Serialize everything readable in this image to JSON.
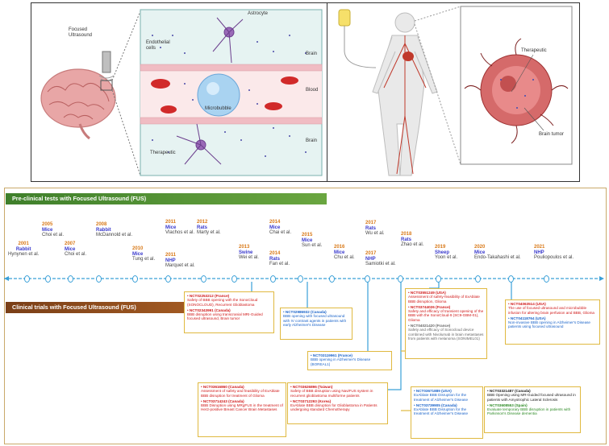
{
  "fig_top": {
    "left_labels": [
      "Focused\nUltrasound",
      "Astrocyte",
      "Endothelial\ncells",
      "Brain",
      "Blood",
      "Microbubble",
      "Therapeutic",
      "Brain"
    ],
    "right_labels": [
      "Therapeutic",
      "Brain tumor"
    ]
  },
  "preclinical_title": "Pre-clinical tests with Focused Ultrasound (FUS)",
  "clinical_title": "Clinical trials with Focused Ultrasound (FUS)",
  "events": [
    {
      "year": "2001",
      "species": "Rabbit",
      "author": "Hynynen et al."
    },
    {
      "year": "2005",
      "species": "Mice",
      "author": "Choi et al."
    },
    {
      "year": "2007",
      "species": "Mice",
      "author": "Choi et al."
    },
    {
      "year": "2008",
      "species": "Rabbit",
      "author": "McDannold et al."
    },
    {
      "year": "2010",
      "species": "Mice",
      "author": "Tung et al."
    },
    {
      "year": "2011",
      "species": "Mice",
      "author": "Vlachos et al."
    },
    {
      "year": "2011",
      "species": "NHP",
      "author": "Marquet et al."
    },
    {
      "year": "2012",
      "species": "Rats",
      "author": "Marty et al."
    },
    {
      "year": "2013",
      "species": "Swine",
      "author": "Wei et al."
    },
    {
      "year": "2014",
      "species": "Mice",
      "author": "Chai et al."
    },
    {
      "year": "2014",
      "species": "Rats",
      "author": "Fan et al."
    },
    {
      "year": "2015",
      "species": "Mice",
      "author": "Sun et al."
    },
    {
      "year": "2016",
      "species": "Mice",
      "author": "Chu et al."
    },
    {
      "year": "2017",
      "species": "Rats",
      "author": "Wu et al."
    },
    {
      "year": "2017",
      "species": "NHP",
      "author": "Samiotki et al."
    },
    {
      "year": "2018",
      "species": "Rats",
      "author": "Zhao et al."
    },
    {
      "year": "2019",
      "species": "Sheep",
      "author": "Yoon et al."
    },
    {
      "year": "2020",
      "species": "Mice",
      "author": "Endo-Takahashi et al."
    },
    {
      "year": "2021",
      "species": "NHP",
      "author": "Pouliopoulos et al."
    }
  ],
  "cards": {
    "c1": [
      {
        "id": "NCT02253212",
        "country": "(France)",
        "text": "Safety of BBB opening with the SonoCloud (SONOCLOUD), Recurrent Glioblastoma",
        "color": "#d01818"
      },
      {
        "id": "NCT02343991",
        "country": "(Canada)",
        "text": "BBB disruption using transcranial MRI-Guided focused ultrasound, Brain tumor",
        "color": "#d01818"
      }
    ],
    "c2": [
      {
        "id": "NCT02986932",
        "country": "(Canada)",
        "text": "BBB opening with focused ultrasound with IV contrast agents in patients with early Alzheimer's Disease",
        "color": "#1a63c9"
      }
    ],
    "c3": [
      {
        "id": "NCT03119961",
        "country": "(France)",
        "text": "BBB opening in Alzheimer's Disease (BOREAL1)",
        "color": "#1a63c9"
      }
    ],
    "c4": [
      {
        "id": "NCT03551249",
        "country": "(USA)",
        "text": "Assessment of safety-feasibility of ExAblate BBB disruption, Glioma",
        "color": "#d01818"
      },
      {
        "id": "NCT03744026",
        "country": "(France)",
        "text": "Safety and efficacy of transient opening of the BBB with the SonoCloud-9 (SC9-GBM-01), Glioma",
        "color": "#d01818"
      },
      {
        "id": "NCT04021420",
        "country": "(France)",
        "text": "Safety and efficacy of Sonocloud device combined with Nivolumab in brain metastases from patients with melanoma (SONIMEL01)",
        "color": "#666666"
      }
    ],
    "c5": [
      {
        "id": "NCT04063514",
        "country": "(USA)",
        "text": "The use of focused ultrasound and microbubble infusion for altering brain perfusion and BBB, Glioma",
        "color": "#d01818"
      },
      {
        "id": "NCT04118764",
        "country": "(USA)",
        "text": "Non-invasive BBB opening in Alzheimer's Disease patients using focused ultrasound",
        "color": "#1a63c9"
      }
    ],
    "c6": [
      {
        "id": "NCT03616860",
        "country": "(Canada)",
        "text": "Assessment of safety and feasibility of ExAblate BBB disruption for treatment of Glioma",
        "color": "#d01818"
      },
      {
        "id": "NCT03714243",
        "country": "(Canada)",
        "text": "BBB Disruption using MRgFUS in the treatment of Her2-positive Breast Cancer Brain Metastases",
        "color": "#d01818"
      }
    ],
    "c7": [
      {
        "id": "NCT03626896",
        "country": "(Taiwan)",
        "text": "Safety of BBB disruption using NaviFUS system in recurrent glioblastoma multiforme patients",
        "color": "#d01818"
      },
      {
        "id": "NCT03712293",
        "country": "(Korea)",
        "text": "ExAblate BBB disruption for Glioblastoma in Patients undergoing standard Chemotherapy",
        "color": "#d01818"
      }
    ],
    "c8": [
      {
        "id": "NCT03671889",
        "country": "(USA)",
        "text": "ExAblate BBB Disruption for the treatment of Alzheimer's Disease",
        "color": "#1a63c9"
      },
      {
        "id": "NCT03739905",
        "country": "(Canada)",
        "text": "ExAblate BBB Disruption for the treatment of Alzheimer's Disease",
        "color": "#1a63c9"
      }
    ],
    "c9": [
      {
        "id": "NCT03321487",
        "country": "(Canada)",
        "text": "BBB Opening using MR-Guided focused ultrasound in patients with Amyotrophic Lateral Sclerosis",
        "color": "#222222"
      },
      {
        "id": "NCT03608553",
        "country": "(Spain)",
        "text": "Evaluate temporary BBB disruption in patients with Parkinson's Disease dementia",
        "color": "#2e8b26"
      }
    ]
  }
}
